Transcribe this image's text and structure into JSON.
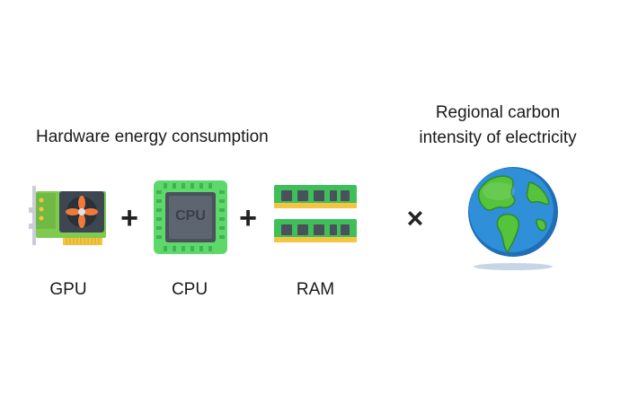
{
  "left_group": {
    "title": "Hardware energy consumption",
    "components": [
      {
        "label": "GPU",
        "icon": "gpu-icon"
      },
      {
        "label": "CPU",
        "icon": "cpu-icon",
        "chip_text": "CPU"
      },
      {
        "label": "RAM",
        "icon": "ram-icon"
      }
    ],
    "plus": "+"
  },
  "right_group": {
    "title_line1": "Regional carbon",
    "title_line2": "intensity of electricity",
    "icon": "globe-icon"
  },
  "multiply": "×",
  "colors": {
    "pcb_green": "#7ecb4f",
    "cpu_green": "#5fd86b",
    "ram_green": "#3fbf5a",
    "ram_gold": "#f5c542",
    "ocean": "#2f8fd8",
    "land": "#55c33b",
    "fan_orange": "#f07a3a"
  }
}
